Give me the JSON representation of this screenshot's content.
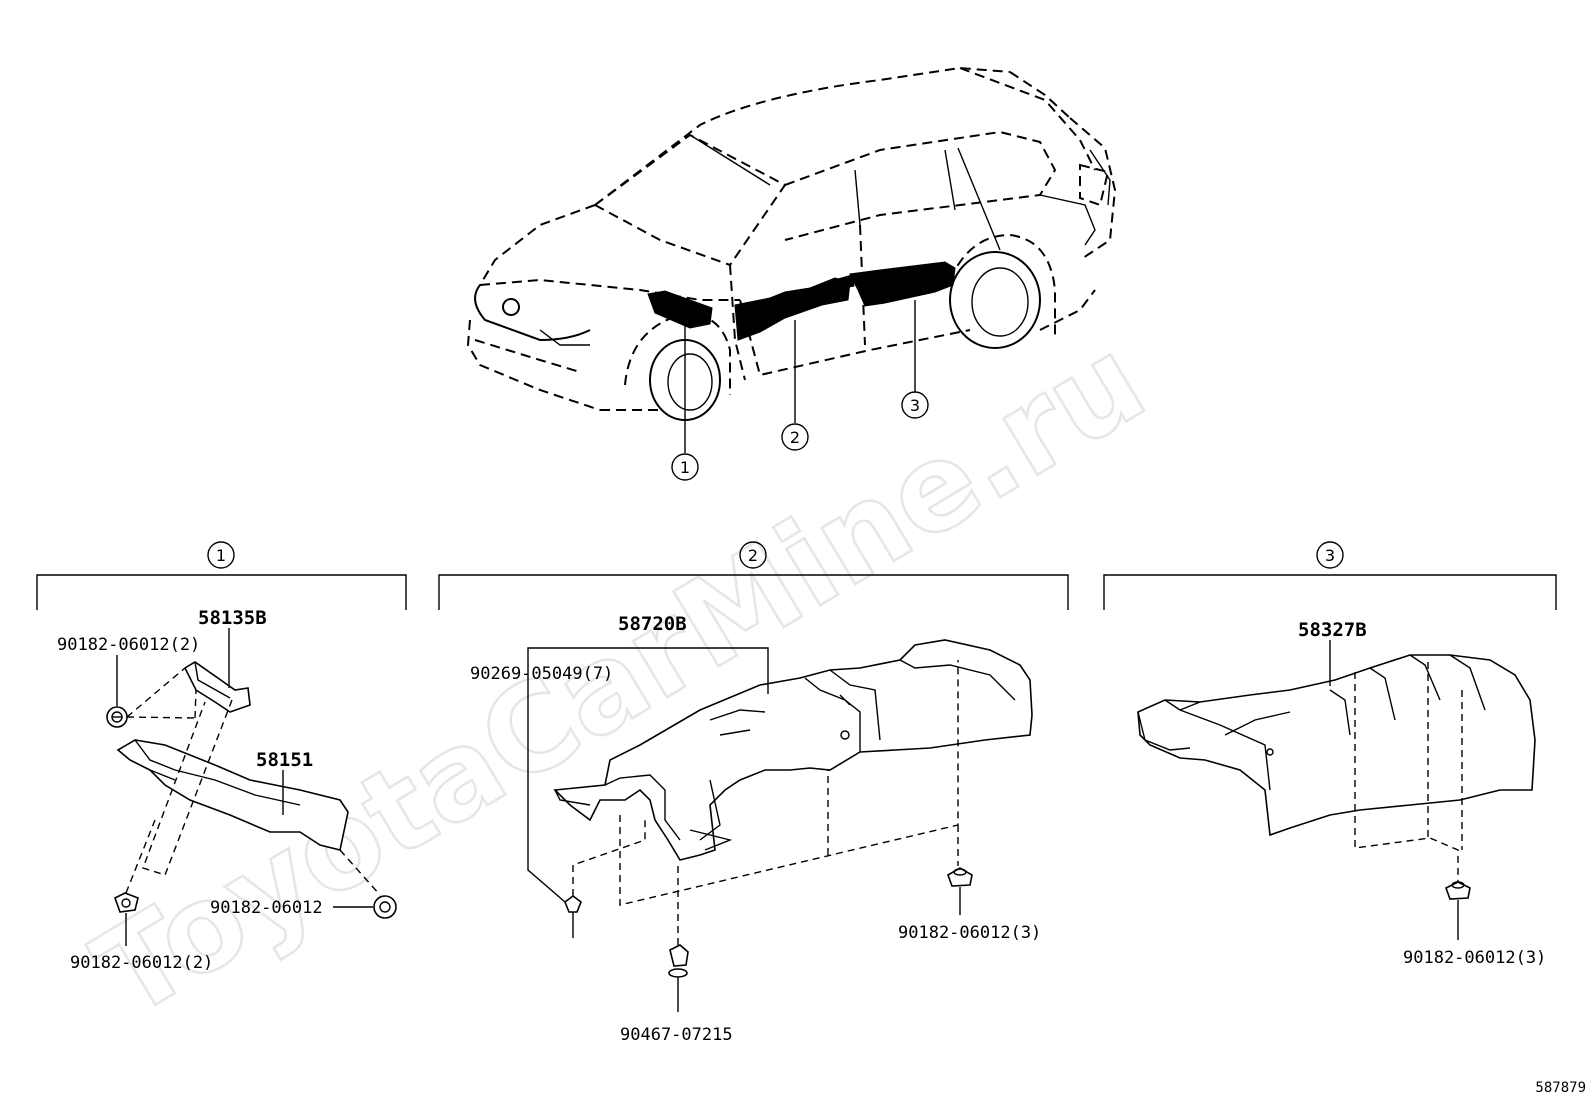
{
  "watermark": "ToyotaCarMine.ru",
  "figure_number": "587879",
  "callouts": {
    "overview": [
      "1",
      "2",
      "3"
    ],
    "sections": [
      "1",
      "2",
      "3"
    ]
  },
  "parts": {
    "section1": {
      "p58135B": "58135B",
      "p58151": "58151",
      "fast_top": "90182-06012(2)",
      "fast_bottom": "90182-06012(2)",
      "fast_right": "90182-06012"
    },
    "section2": {
      "p58720B": "58720B",
      "fast_pin": "90269-05049(7)",
      "fast_clip": "90467-07215",
      "fast_nut": "90182-06012(3)"
    },
    "section3": {
      "p58327B": "58327B",
      "fast_nut": "90182-06012(3)"
    }
  }
}
